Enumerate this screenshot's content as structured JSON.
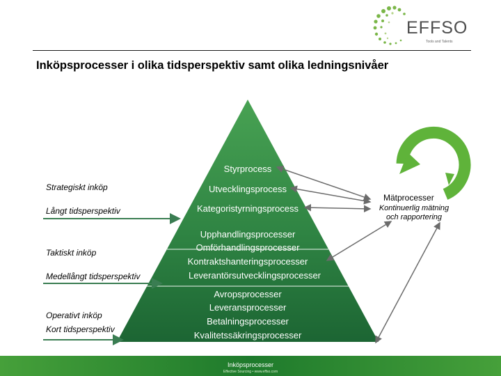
{
  "logo": {
    "name": "EFFSO",
    "tagline": "Tools and Talents"
  },
  "title": "Inköpsprocesser i olika tidsperspektiv samt olika ledningsnivåer",
  "left_labels": {
    "strategic": "Strategiskt inköp",
    "long_term": "Långt tidsperspektiv",
    "tactical": "Taktiskt inköp",
    "medium_term": "Medellångt tidsperspektiv",
    "operative": "Operativt inköp",
    "short_term": "Kort tidsperspektiv"
  },
  "pyramid": {
    "top": [
      "Styrprocess"
    ],
    "upper": [
      "Utvecklingsprocess",
      "Kategoristyrningsprocess"
    ],
    "middle": [
      "Upphandlingsprocesser",
      "Omförhandlingsprocesser",
      "Kontraktshanteringsprocesser",
      "Leverantörsutvecklingsprocesser"
    ],
    "bottom": [
      "Avropsprocesser",
      "Leveransprocesser",
      "Betalningsprocesser",
      "Kvalitetssäkringsprocesser"
    ]
  },
  "measure": {
    "title": "Mätprocesser",
    "subtitle_1": "Kontinuerlig mätning",
    "subtitle_2": "och rapportering"
  },
  "footer": {
    "line1": "Inköpsprocesser",
    "line2": "Effective Sourcing • www.effso.com"
  },
  "colors": {
    "pyramid_top": "#3f9a4a",
    "pyramid_bottom": "#1e6d35",
    "arrow_green": "#3a7d52",
    "cycle_green": "#5fb33a",
    "footer_green": "#2c8a2e"
  },
  "icons": [
    "logo-dots-icon",
    "cycle-arrow-icon",
    "double-arrow-icon",
    "arrow-right-icon"
  ]
}
